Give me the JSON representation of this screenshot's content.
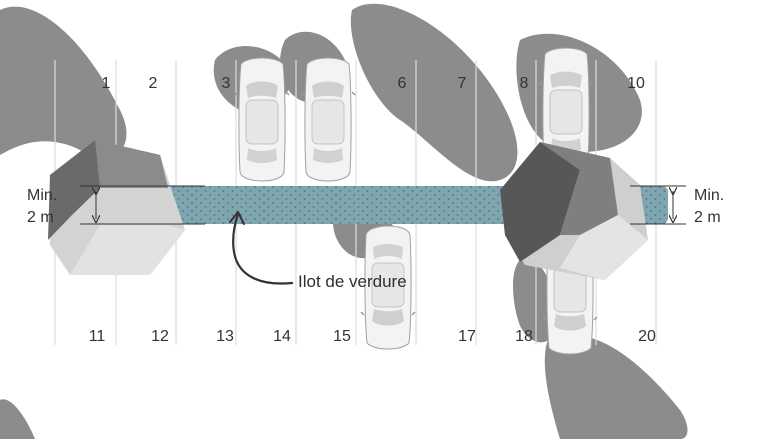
{
  "spaces": {
    "top": [
      "1",
      "2",
      "3",
      "",
      "",
      "6",
      "7",
      "8",
      "",
      "10"
    ],
    "bottom": [
      "11",
      "12",
      "13",
      "14",
      "15",
      "",
      "17",
      "18",
      "",
      "20"
    ]
  },
  "dimension": {
    "left_line1": "Min.",
    "left_line2": "2 m",
    "right_line1": "Min.",
    "right_line2": "2 m"
  },
  "callout": {
    "label": "Ilot de verdure"
  },
  "colors": {
    "strip": "#7fa5ae",
    "strip_dots": "#4d7580",
    "shadow": "#8c8c8c",
    "tree_dark": "#5c5c5c",
    "tree_mid": "#8a8a8a",
    "tree_light": "#d0d0d0",
    "car_body": "#f2f2f2",
    "car_outline": "#9a9a9a",
    "stall_line": "#dcdcdc"
  }
}
